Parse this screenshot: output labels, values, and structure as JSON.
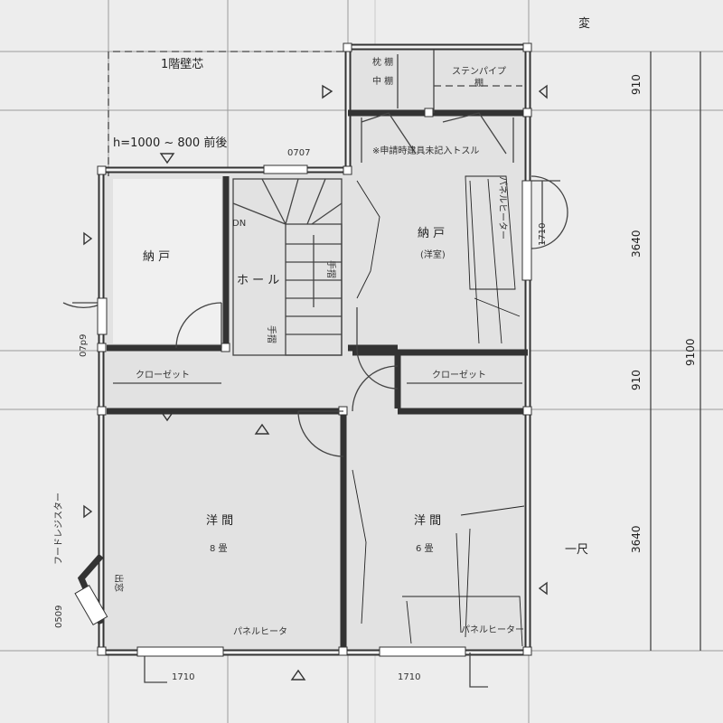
{
  "plan": {
    "wall_center_label": "1階壁芯",
    "window_height_note": "h=1000 ~ 800 前後",
    "top_window_code": "0707",
    "left_window_code": "07p9",
    "bay_window_code": "0509",
    "bottom_window_left": "1710",
    "bottom_window_right": "1710",
    "right_window_code": "1710",
    "handwritten_top": "変",
    "handwritten_right": "一尺",
    "rooms": {
      "storage_left": "納 戸",
      "hall": "ホ ー ル",
      "stairs_dn": "DN",
      "handrail_1": "手摺",
      "handrail_2": "手摺",
      "storage_right": "納 戸",
      "storage_right_note": "(洋室)",
      "closet_left": "クローゼット",
      "closet_right": "クローゼット",
      "western_left": "洋 間",
      "western_left_size": "8 畳",
      "western_right": "洋 間",
      "western_right_size": "6 畳",
      "pillow_shelf": "枕 棚",
      "middle_shelf": "中 棚",
      "stainless_pipe": "ステンパイプ",
      "shelf_right": "棚",
      "fittings_note": "※申請時建具未記入トスル",
      "hood_register": "フードレジスター",
      "bay_window": "出窓",
      "panel_heater_left": "パネルヒータ",
      "panel_heater_right": "パネルヒーター",
      "panel_heater_vertical": "パネルヒーター"
    },
    "dimensions": {
      "d1": "910",
      "d2": "3640",
      "d3": "910",
      "d4": "3640",
      "total": "9100"
    }
  }
}
